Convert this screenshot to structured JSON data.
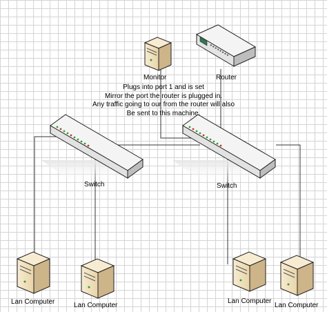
{
  "labels": {
    "monitor": "Monitor",
    "router": "Router",
    "switch_left": "Switch",
    "switch_right": "Switch",
    "lan1": "Lan Computer",
    "lan2": "Lan Computer",
    "lan3": "Lan Computer",
    "lan4": "Lan Computer"
  },
  "note_lines": [
    "Plugs into port 1 and is set",
    "Mirror the port the router is plugged in.",
    "Any traffic going to our from the router will also",
    "Be sent to this machine."
  ],
  "colors": {
    "grid": "#d4d4d4",
    "device_face": "#f0f0f0",
    "device_side": "#c8c8c8",
    "server_body": "#f2e3c2",
    "server_side": "#cdb489",
    "led_green": "#3a9a3a",
    "led_red": "#c0392b"
  },
  "icons": {
    "monitor": "server-tower-icon",
    "router": "router-icon",
    "switch": "network-switch-icon",
    "lan": "computer-tower-icon"
  }
}
